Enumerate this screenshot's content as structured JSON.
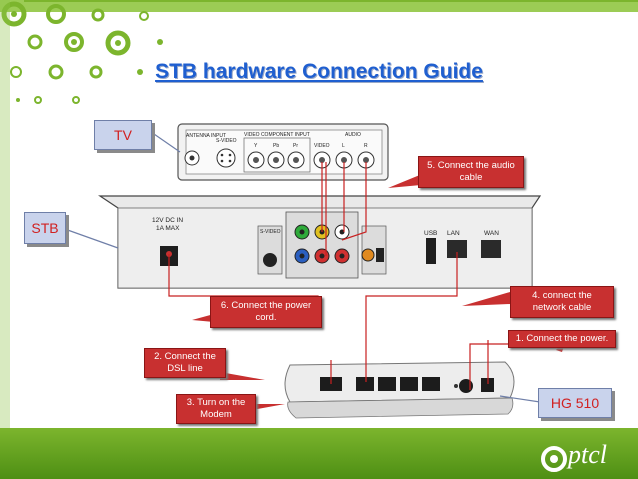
{
  "title": "STB hardware Connection Guide",
  "labels": {
    "tv": "TV",
    "stb": "STB",
    "hg": "HG 510"
  },
  "callouts": {
    "audio": "5. Connect the audio cable",
    "network": "4. connect the network cable",
    "power_stb": "6. Connect the power cord.",
    "power_modem": "1. Connect the power.",
    "dsl": "2. Connect the DSL line",
    "turn_on": "3. Turn on the Modem"
  },
  "tv_panel": {
    "antenna": "ANTENNA INPUT",
    "svideo": "S-VIDEO",
    "component": "VIDEO COMPONENT INPUT",
    "y": "Y",
    "pb": "Pb",
    "pr": "Pr",
    "video": "VIDEO",
    "audio": "AUDIO",
    "l": "L",
    "r": "R"
  },
  "stb_panel": {
    "dc_in": "12V DC IN",
    "max": "1A MAX",
    "svideo": "S-VIDEO",
    "usb": "USB",
    "lan": "LAN",
    "wan": "WAN"
  },
  "logo": "ptcl",
  "colors": {
    "accent_green": "#6aa82a",
    "callout_red": "#c83030",
    "label_blue": "#c9d3ec",
    "title_blue": "#1f5fd0"
  }
}
